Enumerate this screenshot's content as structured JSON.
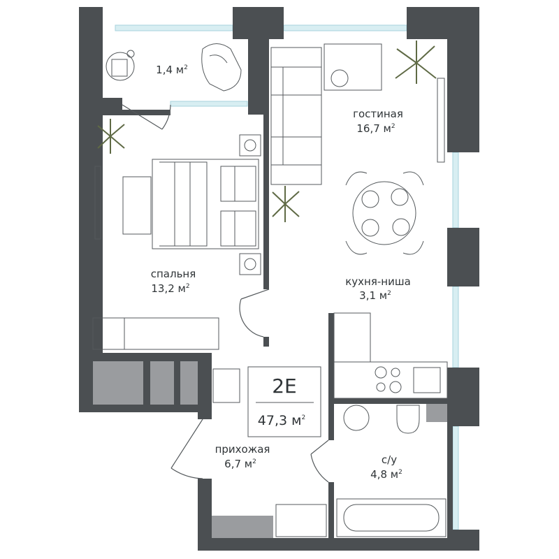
{
  "unit": {
    "code": "2E",
    "total_area_value": "47,3 м",
    "area_exponent": "2"
  },
  "rooms": {
    "balcony": {
      "name": "",
      "area": "1,4 м",
      "exp": "2"
    },
    "living": {
      "name": "гостиная",
      "area": "16,7 м",
      "exp": "2"
    },
    "bedroom": {
      "name": "спальня",
      "area": "13,2 м",
      "exp": "2"
    },
    "kitchen": {
      "name": "кухня-ниша",
      "area": "3,1 м",
      "exp": "2"
    },
    "hall": {
      "name": "прихожая",
      "area": "6,7 м",
      "exp": "2"
    },
    "bathroom": {
      "name": "с/у",
      "area": "4,8 м",
      "exp": "2"
    }
  },
  "colors": {
    "wall": "#4b4f52",
    "line": "#54595c",
    "window": "#bfe3ea",
    "storage": "#9a9c9f",
    "plant": "#5f6a45"
  }
}
